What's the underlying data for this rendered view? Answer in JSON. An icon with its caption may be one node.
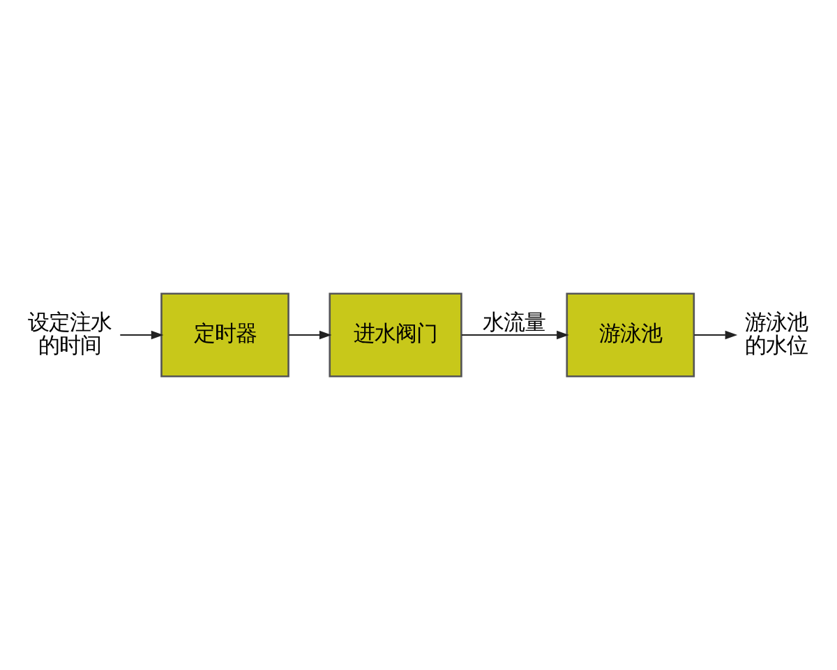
{
  "diagram": {
    "nodes": [
      {
        "text": [
          "设定注水的时间"
        ]
      },
      {
        "text": [
          "定时器"
        ]
      },
      {
        "text": [
          "进水阀门"
        ]
      },
      {
        "text": [
          "游泳池"
        ]
      },
      {
        "text": [
          "游泳池的水位"
        ]
      }
    ],
    "edges": [
      {
        "from": 0,
        "to": 1,
        "arrow": "to"
      },
      {
        "from": 1,
        "to": 2,
        "arrow": "to"
      },
      {
        "from": 2,
        "to": 3,
        "arrow": "to",
        "label": "水流量"
      },
      {
        "from": 3,
        "to": 4,
        "arrow": "to"
      }
    ]
  }
}
